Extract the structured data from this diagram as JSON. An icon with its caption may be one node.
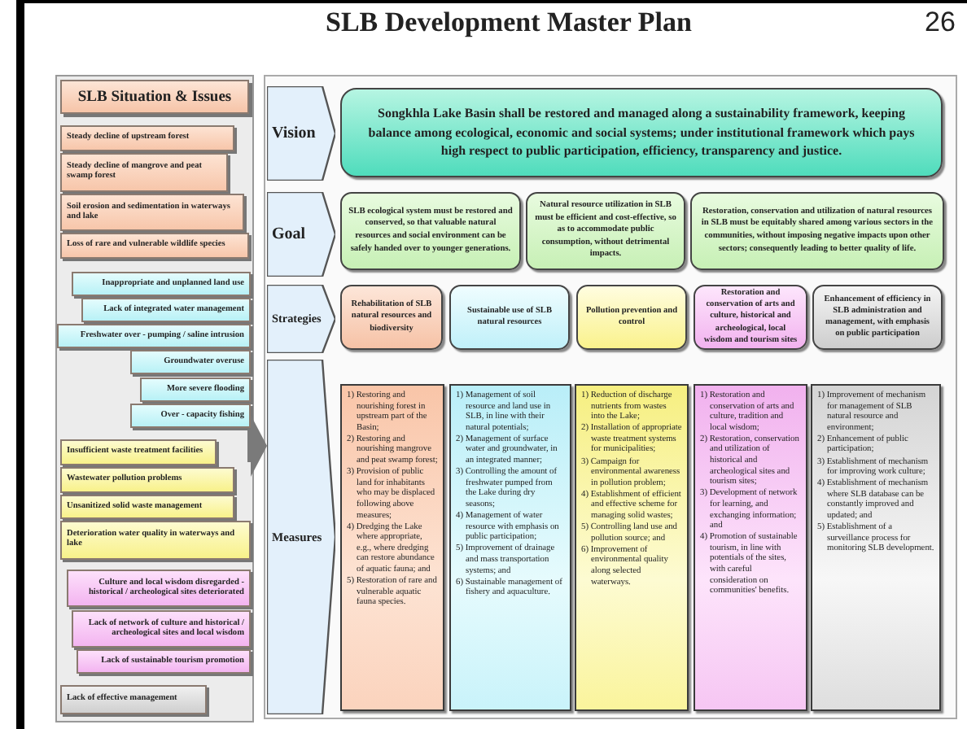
{
  "diagram": {
    "title": "SLB Development Master Plan",
    "nodes": [
      {
        "text": [],
        "shape": "box"
      },
      {
        "text": [
          "SLB Situation & Issues"
        ],
        "in": 0
      },
      {
        "text": [
          "Steady decline of upstream forest"
        ],
        "in": 0
      },
      {
        "text": [
          "Steady decline of mangrove and peat swamp forest"
        ],
        "in": 0
      },
      {
        "text": [
          "Soil erosion and sedimentation in waterways and lake"
        ],
        "in": 0
      },
      {
        "text": [
          "Loss of rare and vulnerable wildlife species"
        ],
        "in": 0
      },
      {
        "text": [
          "Inappropriate and unplanned land use"
        ],
        "in": 0
      },
      {
        "text": [
          "Lack of integrated water management"
        ],
        "in": 0
      },
      {
        "text": [
          "Freshwater over - pumping / saline intrusion"
        ],
        "in": 0
      },
      {
        "text": [
          "Groundwater overuse"
        ],
        "in": 0
      },
      {
        "text": [
          "More severe flooding"
        ],
        "in": 0
      },
      {
        "text": [
          "Over - capacity fishing"
        ],
        "in": 0
      },
      {
        "text": [
          "Insufficient waste treatment facilities"
        ],
        "in": 0
      },
      {
        "text": [
          "Wastewater pollution problems"
        ],
        "in": 0
      },
      {
        "text": [
          "Unsanitized solid waste management"
        ],
        "in": 0
      },
      {
        "text": [
          "Deterioration water quality in waterways and lake"
        ],
        "in": 0
      },
      {
        "text": [
          "Culture and local wisdom disregarded - historical / archeological sites deteriorated"
        ],
        "in": 0
      },
      {
        "text": [
          "Lack of network of culture and historical / archeological sites and local wisdom"
        ],
        "in": 0
      },
      {
        "text": [
          "Lack of sustainable tourism promotion"
        ],
        "in": 0
      },
      {
        "text": [
          "Lack of effective management"
        ],
        "in": 0
      },
      {
        "text": [],
        "shape": "box"
      },
      {
        "text": [
          "Vision"
        ],
        "in": 20
      },
      {
        "text": [
          "Songkhla Lake Basin shall be restored and managed along a sustainability framework, keeping balance among ecological, economic and social systems; under institutional framework which pays high respect to public participation, efficiency, transparency and justice."
        ],
        "in": 20
      },
      {
        "text": [
          "Goal"
        ],
        "in": 20
      },
      {
        "text": [
          "SLB ecological system must be restored and conserved, so that valuable natural resources and social environment can be safely handed over to younger generations."
        ],
        "in": 20
      },
      {
        "text": [
          "Natural resource utilization in SLB must be efficient and cost-effective, so as to accommodate public consumption, without detrimental impacts."
        ],
        "in": 20
      },
      {
        "text": [
          "Restoration, conservation and utilization of natural resources in SLB must be equitably shared among various sectors in the communities, without imposing negative impacts upon other sectors; consequently leading to better quality of life."
        ],
        "in": 20
      },
      {
        "text": [
          "Strategies"
        ],
        "in": 20
      },
      {
        "text": [
          "Rehabilitation of SLB natural resources and biodiversity"
        ],
        "in": 20
      },
      {
        "text": [
          "Sustainable use of SLB natural resources"
        ],
        "in": 20
      },
      {
        "text": [
          "Pollution prevention and control"
        ],
        "in": 20
      },
      {
        "text": [
          "Restoration and conservation of arts and culture, historical and archeological, local wisdom and tourism sites"
        ],
        "in": 20
      },
      {
        "text": [
          "Enhancement of efficiency in SLB administration and management, with emphasis on public participation"
        ],
        "in": 20
      },
      {
        "text": [
          "Measures"
        ],
        "in": 20
      },
      {
        "text": [
          "1) Restoring and nourishing forest in upstream part of the Basin;",
          "2) Restoring and nourishing mangrove and peat swamp forest;",
          "3) Provision of public land for inhabitants who may be displaced following above measures;",
          "4) Dredging the Lake where appropriate, e.g., where dredging can restore abundance of aquatic fauna; and",
          "5) Restoration of rare and vulnerable aquatic fauna species."
        ],
        "in": 20
      },
      {
        "text": [
          "1) Management of soil resource and land use in SLB, in line with their natural potentials;",
          "2) Management of surface water and groundwater, in an integrated manner;",
          "3) Controlling the amount of freshwater pumped from the Lake during dry seasons;",
          "4) Management of water resource with emphasis on public participation;",
          "5) Improvement of drainage and mass transportation systems; and",
          "6) Sustainable management of fishery and aquaculture."
        ],
        "in": 20
      },
      {
        "text": [
          "1) Reduction of discharge nutrients from wastes into the Lake;",
          "2) Installation of appropriate waste treatment systems for municipalities;",
          "3) Campaign for environmental awareness in pollution problem;",
          "4) Establishment of efficient and effective scheme for managing solid wastes;",
          "5) Controlling land use and pollution source; and",
          "6) Improvement of environmental quality along selected waterways."
        ],
        "in": 20
      },
      {
        "text": [
          "1) Restoration and conservation of arts and culture, tradition and local wisdom;",
          "2) Restoration, conservation and utilization of historical and archeological sites and tourism sites;",
          "3) Development of network for learning, and exchanging information; and",
          "4) Promotion of sustainable tourism, in line with potentials of the sites, with careful consideration on communities' benefits."
        ],
        "in": 20
      },
      {
        "text": [
          "1) Improvement of mechanism for management of SLB natural resource and environment;",
          "2) Enhancement of public participation;",
          "3) Establishment of mechanism for improving work culture;",
          "4) Establishment of mechanism where SLB database can be constantly improved and updated; and",
          "5) Establishment of a surveillance process for monitoring SLB development."
        ],
        "in": 20
      }
    ],
    "edges": [
      {
        "from": 0,
        "to": 20,
        "arrow": "to"
      }
    ],
    "labels": [
      "26"
    ]
  }
}
